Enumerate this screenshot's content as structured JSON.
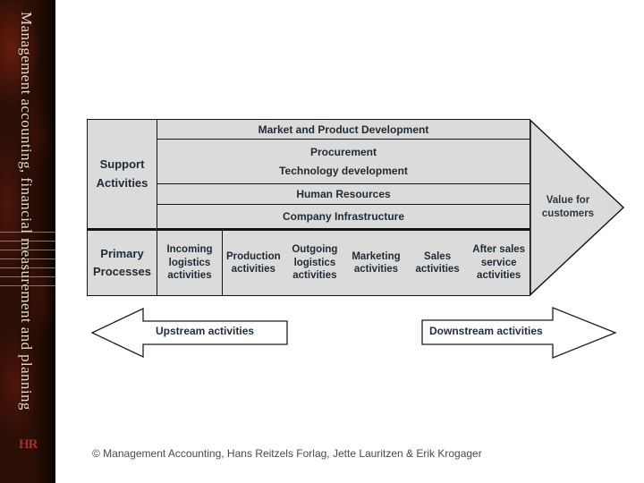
{
  "sidebar": {
    "vertical_text": "Management accounting, financial measurement and planning",
    "logo_text": "HR"
  },
  "diagram": {
    "support_label": {
      "line1": "Support",
      "line2": "Activities"
    },
    "support_rows": [
      {
        "label": "Market and Product Development"
      },
      {
        "lines": [
          "Procurement",
          "Technology development"
        ]
      },
      {
        "label": "Human Resources"
      },
      {
        "label": "Company Infrastructure"
      }
    ],
    "primary_label": {
      "line1": "Primary",
      "line2": "Processes"
    },
    "primary_cells": [
      {
        "lines": [
          "Incoming",
          "logistics",
          "activities"
        ]
      },
      {
        "lines": [
          "Production",
          "activities"
        ]
      },
      {
        "lines": [
          "Outgoing",
          "logistics",
          "activities"
        ]
      },
      {
        "lines": [
          "Marketing",
          "activities"
        ]
      },
      {
        "lines": [
          "Sales",
          "activities"
        ]
      },
      {
        "lines": [
          "After sales",
          "service",
          "activities"
        ]
      }
    ],
    "value_arrow": {
      "line1": "Value for",
      "line2": "customers"
    }
  },
  "arrows": {
    "upstream_label": "Upstream activities",
    "downstream_label": "Downstream activities"
  },
  "footer": {
    "text": "© Management Accounting, Hans Reitzels Forlag, Jette Lauritzen & Erik Krogager"
  },
  "colors": {
    "sidebar_bg": "#2b0e06",
    "sidebar_text": "#e3dac8",
    "logo_red": "#9e3226",
    "table_fill": "#dbdbdb",
    "diagram_text": "#1e2a35",
    "border": "#141414",
    "footer_text": "#4a4a4a"
  }
}
